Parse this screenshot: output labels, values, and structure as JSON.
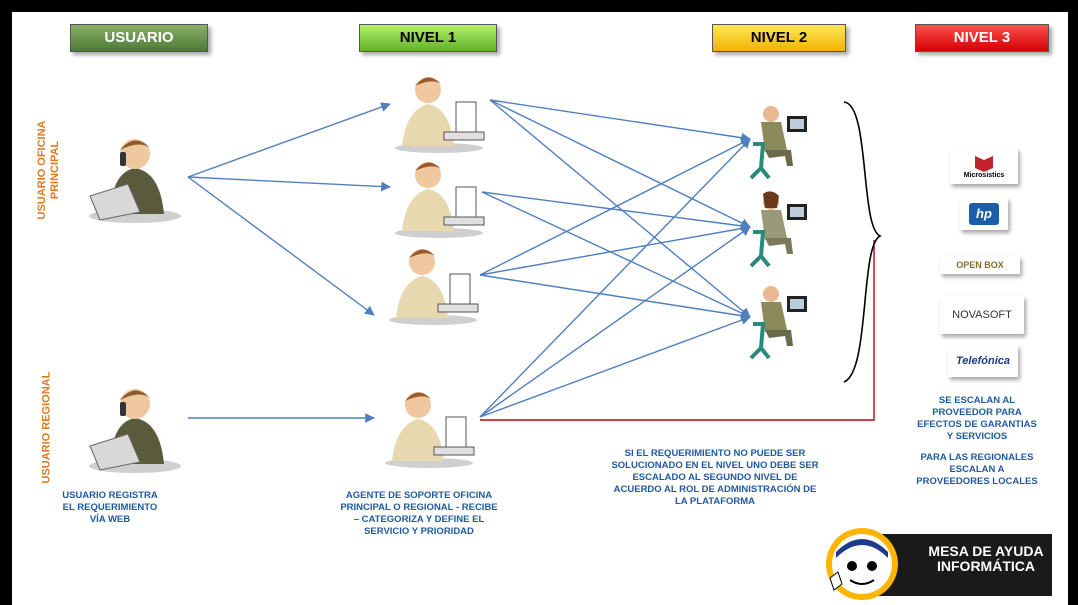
{
  "headers": {
    "usuario": "USUARIO",
    "nivel1": "NIVEL 1",
    "nivel2": "NIVEL 2",
    "nivel3": "NIVEL 3"
  },
  "side_labels": {
    "oficina": "USUARIO OFICINA\nPRINCIPAL",
    "regional": "USUARIO REGIONAL"
  },
  "captions": {
    "usuario": "USUARIO REGISTRA\nEL REQUERIMIENTO\nVÍA WEB",
    "nivel1": "AGENTE DE SOPORTE OFICINA\nPRINCIPAL O REGIONAL  - RECIBE\n– CATEGORIZA Y DEFINE EL\nSERVICIO Y PRIORIDAD",
    "nivel2": "SI EL REQUERIMIENTO NO PUEDE SER\nSOLUCIONADO EN EL NIVEL UNO DEBE SER\nESCALADO AL SEGUNDO NIVEL DE\nACUERDO AL ROL DE ADMINISTRACIÓN DE\nLA PLATAFORMA",
    "nivel3a": "SE ESCALAN AL\nPROVEEDOR PARA\nEFECTOS DE GARANTIAS\nY SERVICIOS",
    "nivel3b": "PARA LAS REGIONALES\nESCALAN A\nPROVEEDORES LOCALES"
  },
  "providers": [
    "Microsistics",
    "hp",
    "OPEN BOX",
    "NOVASOFT",
    "Telefónica"
  ],
  "mesa": {
    "line1": "MESA DE AYUDA",
    "line2": "INFORMÁTICA"
  },
  "colors": {
    "arrow": "#4f7fbf",
    "bracket": "#000000",
    "red_line": "#c00000",
    "caption": "#1f5aa0",
    "side_label": "#e07b1e"
  }
}
